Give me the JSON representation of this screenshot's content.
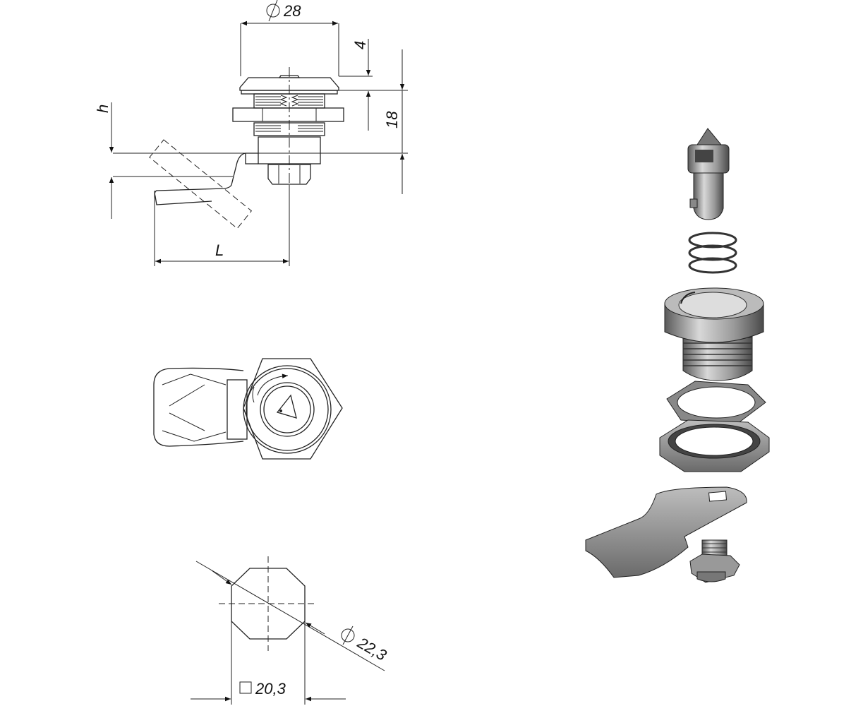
{
  "drawing": {
    "side_view": {
      "diameter_label": "28",
      "cap_height_label": "4",
      "height_label": "18",
      "offset_label": "h",
      "length_label": "L"
    },
    "bottom_view": {
      "diameter_label": "22,3",
      "square_label": "20,3"
    },
    "colors": {
      "line": "#222222",
      "part_gray": "#8a8a8a",
      "part_dark": "#555555"
    }
  }
}
